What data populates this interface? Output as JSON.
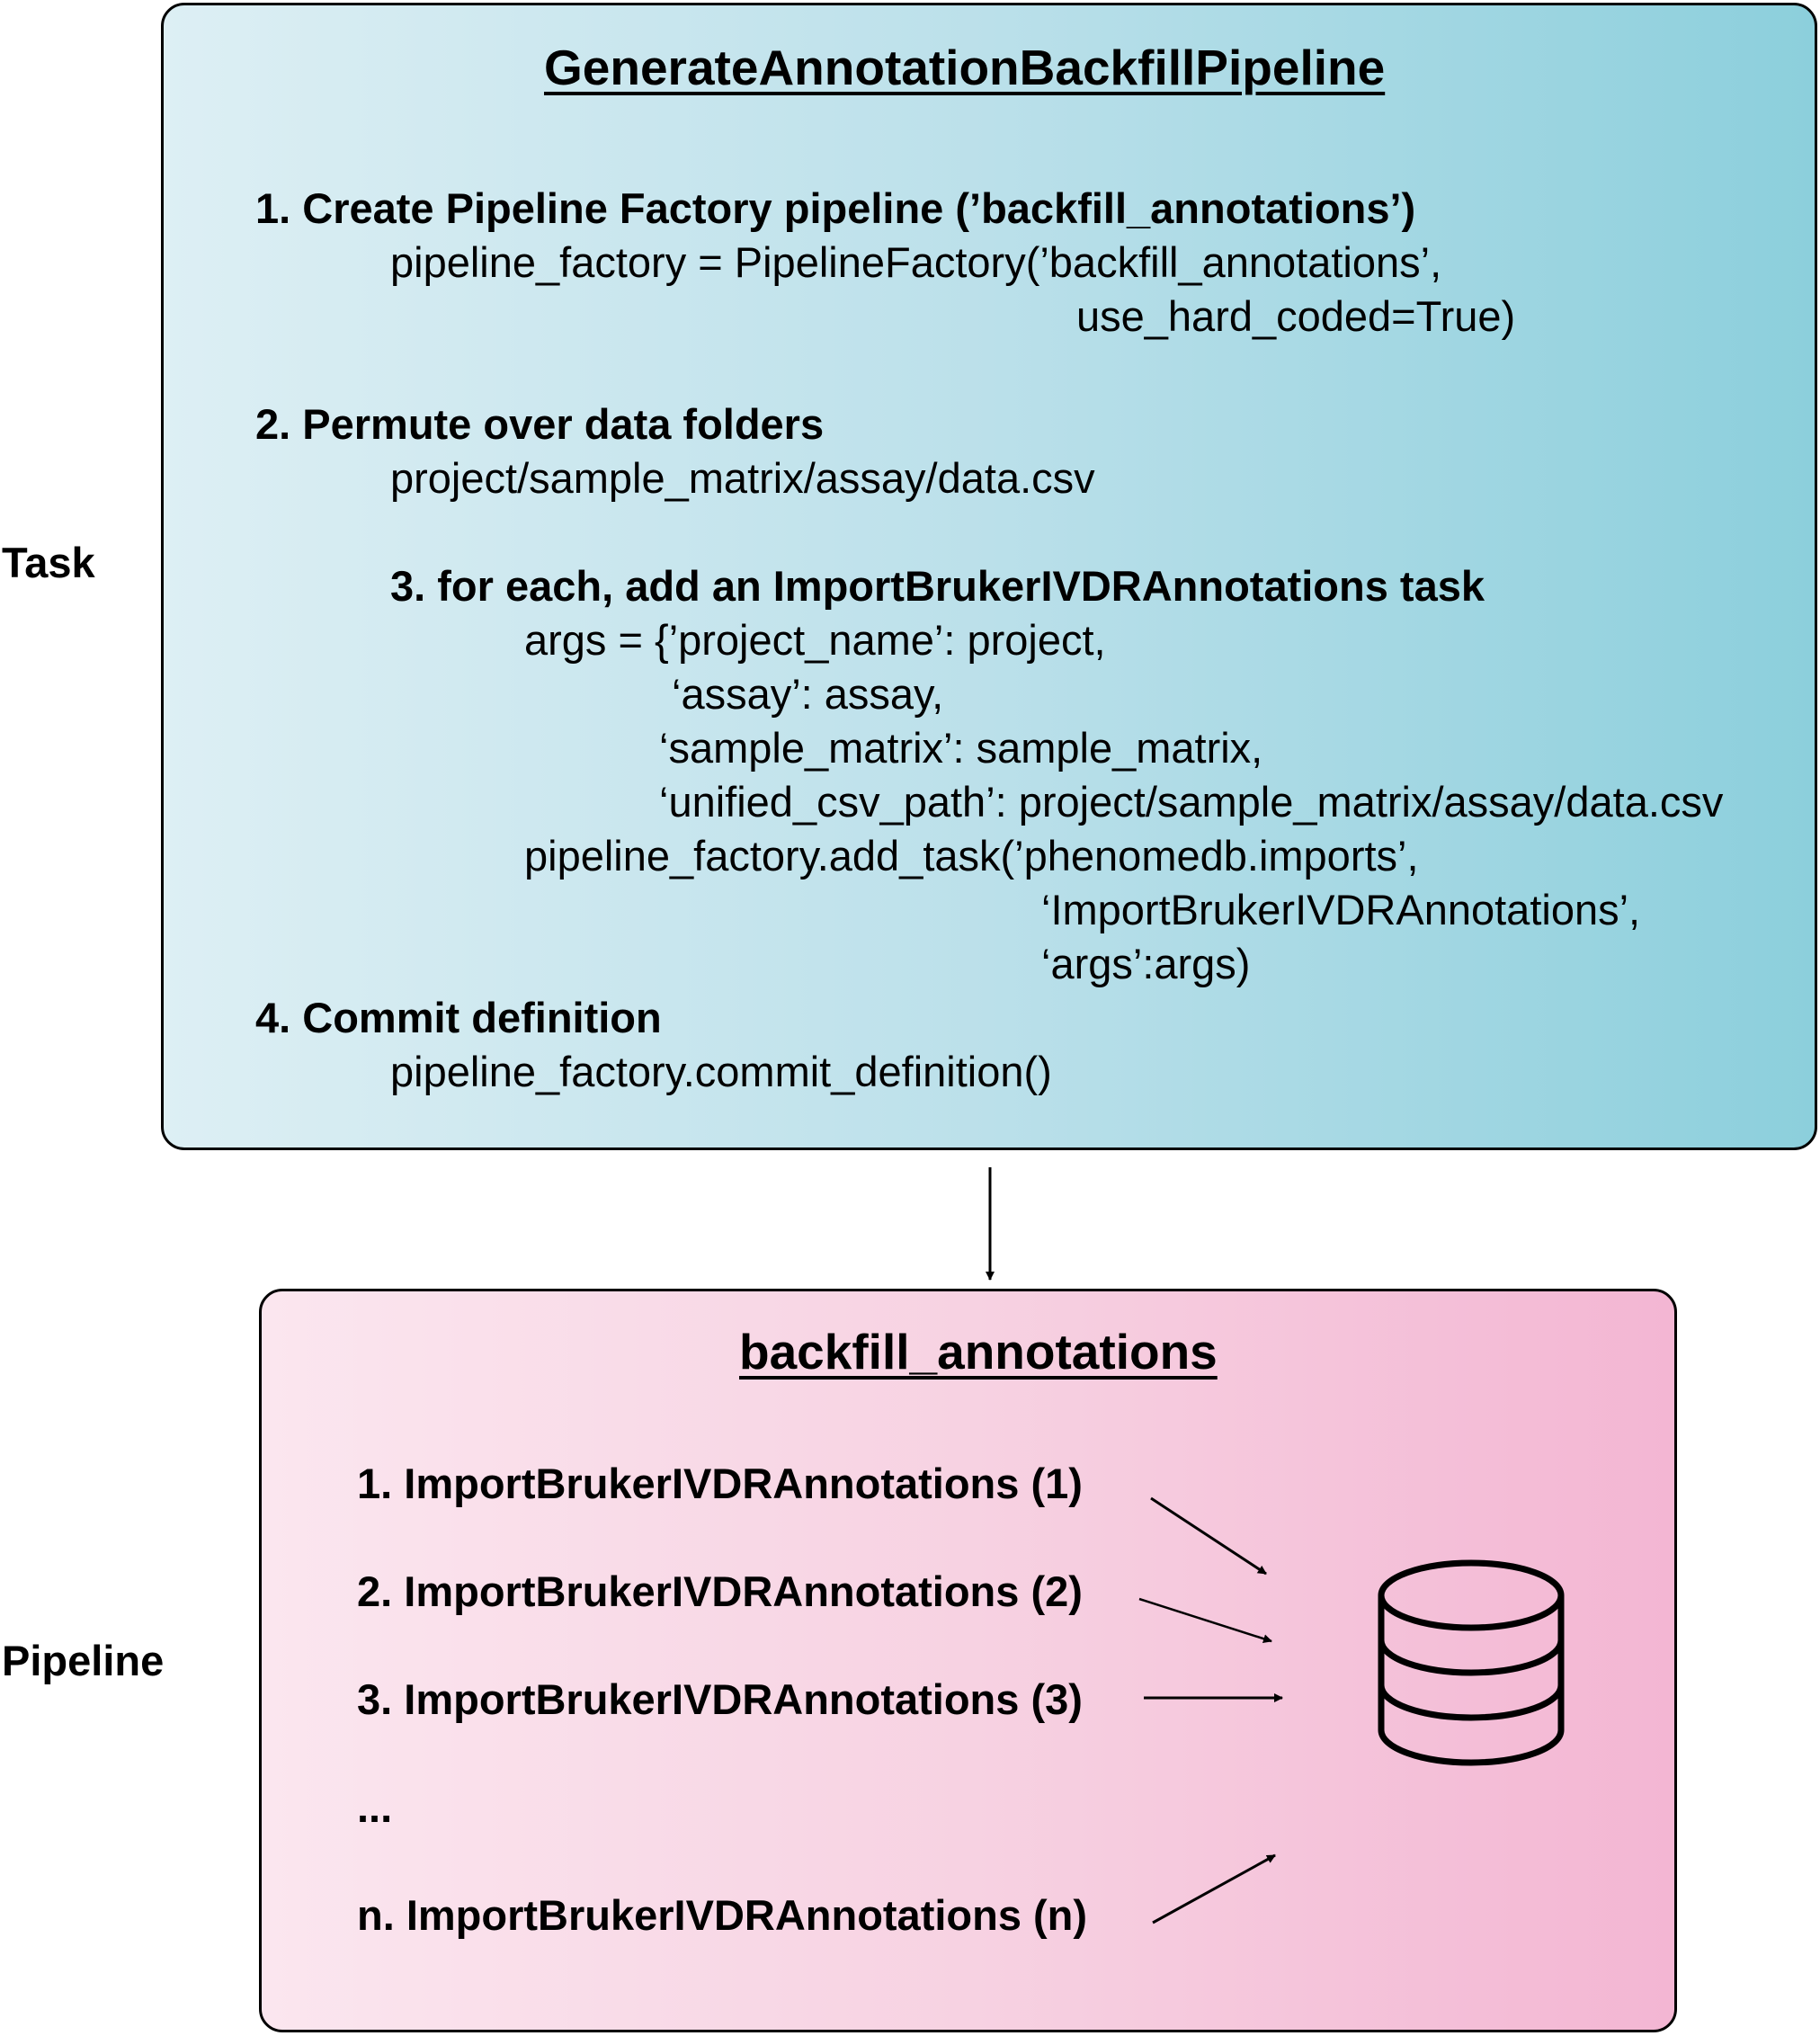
{
  "side_labels": {
    "task": "Task",
    "pipeline": "Pipeline"
  },
  "task_box": {
    "title": "GenerateAnnotationBackfillPipeline",
    "lines": [
      "1. Create Pipeline Factory pipeline (’backfill_annotations’)",
      "pipeline_factory = PipelineFactory(’backfill_annotations’,",
      "use_hard_coded=True)",
      "2. Permute over data folders",
      "project/sample_matrix/assay/data.csv",
      "3. for each, add an ImportBrukerIVDRAnnotations task",
      "args = {’project_name’: project,",
      "‘assay’: assay,",
      "‘sample_matrix’: sample_matrix,",
      "‘unified_csv_path’: project/sample_matrix/assay/data.csv",
      "pipeline_factory.add_task(’phenomedb.imports’,",
      "‘ImportBrukerIVDRAnnotations’,",
      "‘args’:args)",
      "4. Commit definition",
      "pipeline_factory.commit_definition()"
    ]
  },
  "pipeline_box": {
    "title": "backfill_annotations",
    "items": [
      "1. ImportBrukerIVDRAnnotations (1)",
      "2. ImportBrukerIVDRAnnotations (2)",
      "3. ImportBrukerIVDRAnnotations (3)",
      "...",
      "n. ImportBrukerIVDRAnnotations (n)"
    ],
    "icon": "database-icon"
  }
}
